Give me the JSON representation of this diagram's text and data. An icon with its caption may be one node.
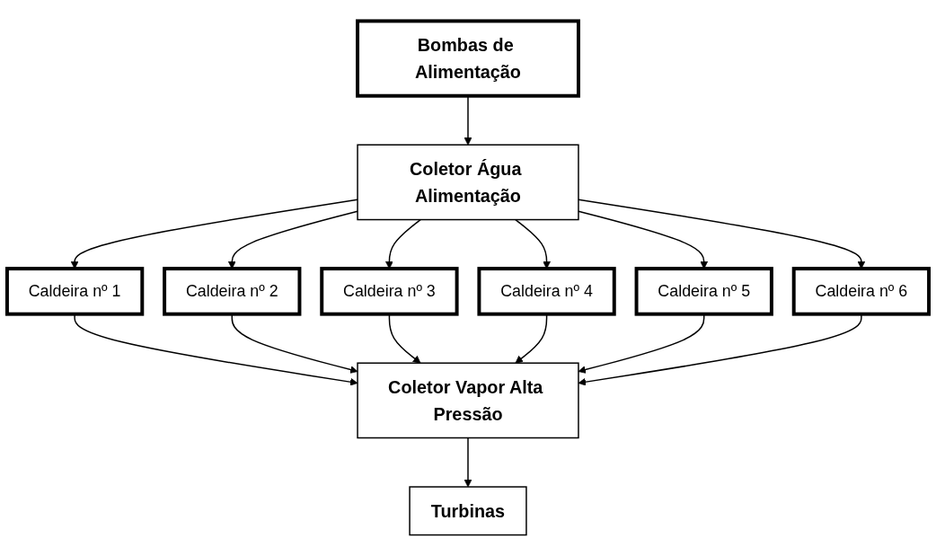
{
  "diagram": {
    "nodes": [
      {
        "text": [
          "Bombas de Alimentação"
        ]
      },
      {
        "text": [
          "Coletor Água Alimentação"
        ]
      },
      {
        "text": [
          "Caldeira nº 1"
        ]
      },
      {
        "text": [
          "Caldeira nº 2"
        ]
      },
      {
        "text": [
          "Caldeira nº 3"
        ]
      },
      {
        "text": [
          "Caldeira nº 4"
        ]
      },
      {
        "text": [
          "Caldeira nº 5"
        ]
      },
      {
        "text": [
          "Caldeira nº 6"
        ]
      },
      {
        "text": [
          "Coletor Vapor Alta Pressão"
        ]
      },
      {
        "text": [
          "Turbinas"
        ]
      }
    ],
    "edges": [
      {
        "from": 0,
        "to": 1,
        "arrow": "to"
      },
      {
        "from": 1,
        "to": 2,
        "arrow": "to"
      },
      {
        "from": 1,
        "to": 3,
        "arrow": "to"
      },
      {
        "from": 1,
        "to": 4,
        "arrow": "to"
      },
      {
        "from": 1,
        "to": 5,
        "arrow": "to"
      },
      {
        "from": 1,
        "to": 6,
        "arrow": "to"
      },
      {
        "from": 1,
        "to": 7,
        "arrow": "to"
      },
      {
        "from": 2,
        "to": 8,
        "arrow": "to"
      },
      {
        "from": 3,
        "to": 8,
        "arrow": "to"
      },
      {
        "from": 4,
        "to": 8,
        "arrow": "to"
      },
      {
        "from": 5,
        "to": 8,
        "arrow": "to"
      },
      {
        "from": 6,
        "to": 8,
        "arrow": "to"
      },
      {
        "from": 7,
        "to": 8,
        "arrow": "to"
      },
      {
        "from": 8,
        "to": 9,
        "arrow": "to"
      }
    ]
  }
}
